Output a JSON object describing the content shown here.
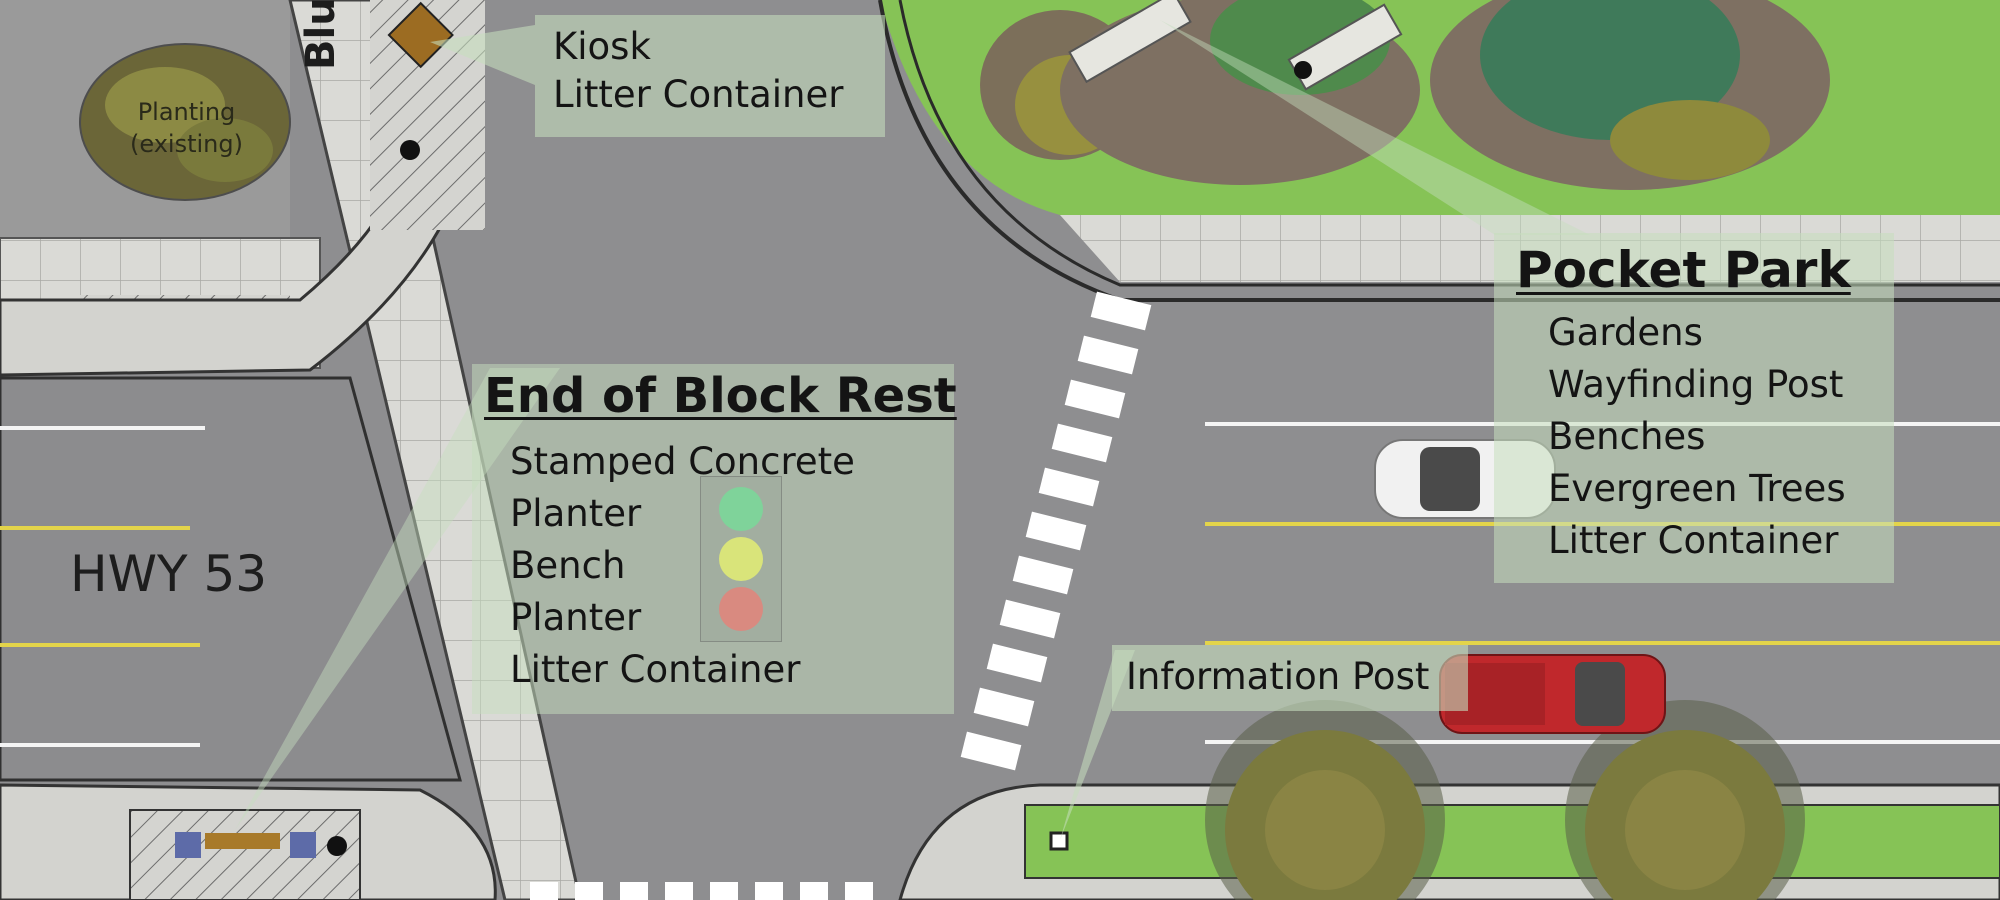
{
  "map": {
    "road_label": "HWY 53",
    "street_partial_label": "Blu",
    "planting_label_line1": "Planting",
    "planting_label_line2": "(existing)"
  },
  "callouts": {
    "kiosk": {
      "items": [
        "Kiosk",
        "Litter Container"
      ]
    },
    "end_of_block_rest": {
      "title": "End of Block Rest",
      "items": [
        "Stamped Concrete",
        "Planter",
        "Bench",
        "Planter",
        "Litter Container"
      ]
    },
    "pocket_park": {
      "title": "Pocket Park",
      "items": [
        "Gardens",
        "Wayfinding Post",
        "Benches",
        "Evergreen Trees",
        "Litter Container"
      ]
    },
    "information_post": {
      "label": "Information Post"
    }
  },
  "legend_swatches": [
    {
      "name": "planter",
      "color": "#7fd39a"
    },
    {
      "name": "bench",
      "color": "#d9e47a"
    },
    {
      "name": "planter",
      "color": "#d98a80"
    }
  ],
  "colors": {
    "road": "#8e8e90",
    "sidewalk": "#d6d6d2",
    "grass": "#86c356",
    "callout_fill": "#c6debe",
    "center_line": "#e3d44a",
    "lane_line": "#f2f2f2",
    "white_car": "#f1f1f1",
    "red_car": "#c0282c"
  }
}
